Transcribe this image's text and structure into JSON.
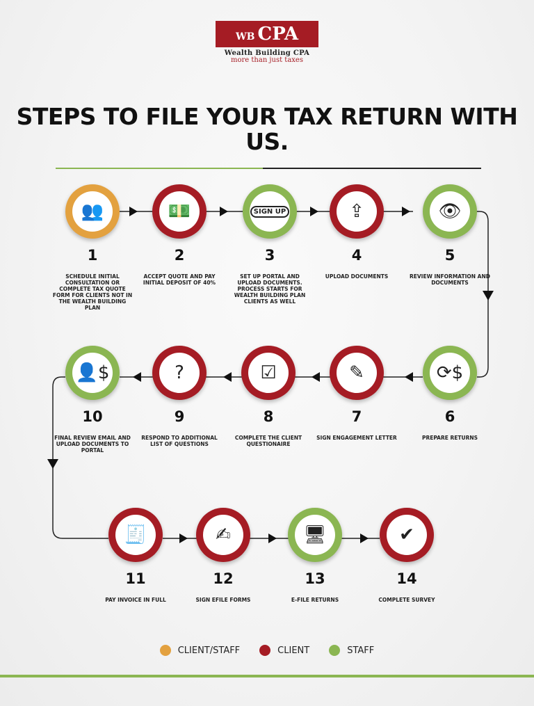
{
  "logo": {
    "mark_small": "WB",
    "mark": "CPA",
    "name": "Wealth Building CPA",
    "tagline": "more than just taxes"
  },
  "title": "STEPS TO FILE YOUR TAX RETURN WITH US.",
  "colors": {
    "client_staff": "#e3a13f",
    "client": "#a51c24",
    "staff": "#8bb652"
  },
  "steps": [
    {
      "n": "1",
      "text": "SCHEDULE INITIAL CONSULTATION OR COMPLETE TAX QUOTE FORM FOR  CLIENTS NOT IN THE WEALTH BUILDING PLAN",
      "role": "client_staff",
      "icon": "consultation-icon",
      "glyph": "👥"
    },
    {
      "n": "2",
      "text": "ACCEPT QUOTE AND PAY INITIAL DEPOSIT OF 40%",
      "role": "client",
      "icon": "money-hand-icon",
      "glyph": "💵"
    },
    {
      "n": "3",
      "text": "SET UP PORTAL AND UPLOAD DOCUMENTS. PROCESS STARTS FOR WEALTH BUILDING PLAN CLIENTS AS WELL",
      "role": "staff",
      "icon": "sign-up-icon",
      "glyph": "SIGN UP"
    },
    {
      "n": "4",
      "text": "UPLOAD DOCUMENTS",
      "role": "client",
      "icon": "upload-document-icon",
      "glyph": "⇪"
    },
    {
      "n": "5",
      "text": "REVIEW INFORMATION AND DOCUMENTS",
      "role": "staff",
      "icon": "eye-icon",
      "glyph": "👁"
    },
    {
      "n": "6",
      "text": "PREPARE RETURNS",
      "role": "staff",
      "icon": "refresh-dollar-icon",
      "glyph": "⟳$"
    },
    {
      "n": "7",
      "text": "SIGN ENGAGEMENT LETTER",
      "role": "client",
      "icon": "pen-sign-icon",
      "glyph": "✎"
    },
    {
      "n": "8",
      "text": "COMPLETE THE CLIENT QUESTIONAIRE",
      "role": "client",
      "icon": "checklist-icon",
      "glyph": "☑"
    },
    {
      "n": "9",
      "text": "RESPOND TO ADDITIONAL LIST OF QUESTIONS",
      "role": "client",
      "icon": "question-list-icon",
      "glyph": "?"
    },
    {
      "n": "10",
      "text": "FINAL REVIEW EMAIL AND UPLOAD DOCUMENTS TO PORTAL",
      "role": "staff",
      "icon": "person-dollar-icon",
      "glyph": "👤$"
    },
    {
      "n": "11",
      "text": "PAY INVOICE IN FULL",
      "role": "client",
      "icon": "invoice-dollar-icon",
      "glyph": "🧾"
    },
    {
      "n": "12",
      "text": "SIGN EFILE FORMS",
      "role": "client",
      "icon": "sign-forms-icon",
      "glyph": "✍"
    },
    {
      "n": "13",
      "text": "E-FILE RETURNS",
      "role": "staff",
      "icon": "efile-icon",
      "glyph": "🖥"
    },
    {
      "n": "14",
      "text": "COMPLETE SURVEY",
      "role": "client",
      "icon": "check-circle-icon",
      "glyph": "✔"
    }
  ],
  "legend": [
    {
      "label": "CLIENT/STAFF",
      "role": "client_staff"
    },
    {
      "label": "CLIENT",
      "role": "client"
    },
    {
      "label": "STAFF",
      "role": "staff"
    }
  ]
}
